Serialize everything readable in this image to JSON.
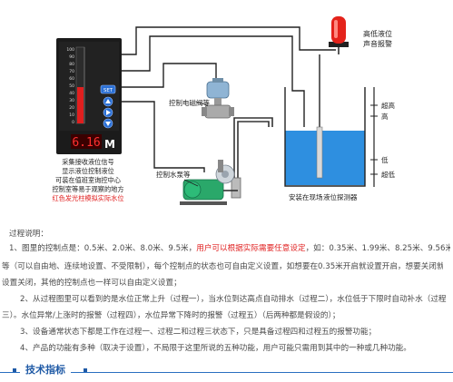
{
  "diagram": {
    "alarm_label": [
      "高低液位",
      "声音报警"
    ],
    "meter": {
      "scale": [
        "100",
        "90",
        "80",
        "70",
        "60",
        "50",
        "40",
        "30",
        "20",
        "10",
        "0"
      ],
      "readout": "6.16",
      "unit": "M",
      "set_button": "SET",
      "caption": [
        "采集接收液位信号",
        "显示液位控制液位",
        "可装在值班室询控中心",
        "控制室等易于观察的地方"
      ],
      "caption_highlight": "红色发光柱模拟实际水位"
    },
    "valve_label": "控制电磁阀等",
    "pump_label": "控制水泵等",
    "sensor_label": [
      "安装在现场",
      "液位探测器"
    ],
    "levels": [
      "超高",
      "高",
      "低",
      "超低"
    ],
    "colors": {
      "water": "#2e8fe0",
      "accent_red": "#e01f1f",
      "meter_body": "#1b1b1b",
      "button_blue": "#2a6fd4"
    }
  },
  "description": {
    "heading": "过程说明：",
    "p1a": "1、图里的控制点是：0.5米、2.0米、8.0米、9.5米，",
    "p1b": "用户可以根据实际需要任意设定",
    "p1c": "，如：0.35米、1.99米、8.25米、9.56米",
    "p1d": "等（可以自由地、连续地设置、不受限制），每个控制点的状态也可自由定义设置，如想要在0.35米开启就设置开启，想要关闭就",
    "p1e": "设置关闭，其他的控制点也一样可以自由定义设置；",
    "p2a": "2、从过程图里可以看到的是水位正常上升（过程一），当水位到达高点自动排水（过程二），水位低于下限时自动补水（过程",
    "p2b": "三）。水位异常/上涨时的报警（过程四），水位异常下降时的报警（过程五）（后两种都是假设的）；",
    "p3": "3、设备通常状态下都是工作在过程一、过程二和过程三状态下，只是具备过程四和过程五的报警功能；",
    "p4": "4、产品的功能有多种（取决于设置），不局限于这里所说的五种功能，用户可能只需用到其中的一种或几种功能。"
  },
  "section": {
    "title": "技术指标"
  }
}
